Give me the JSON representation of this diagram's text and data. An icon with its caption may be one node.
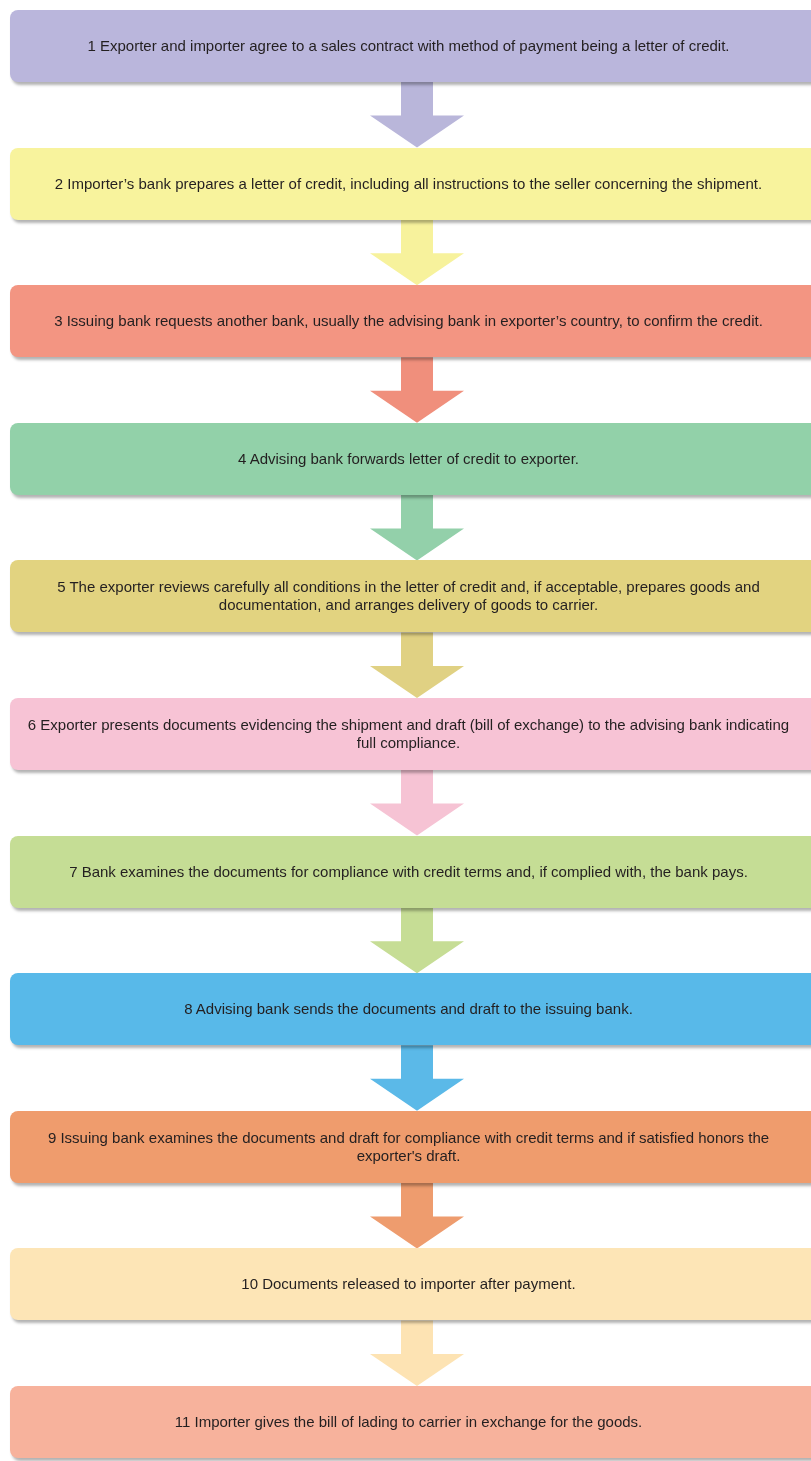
{
  "diagram": {
    "nodes": [
      {
        "text": [
          "1 Exporter and importer agree to a sales contract with method of payment being a letter of credit."
        ]
      },
      {
        "text": [
          "2 Importer’s bank prepares a letter of credit, including all instructions to the seller concerning the shipment."
        ]
      },
      {
        "text": [
          "3 Issuing bank requests another bank, usually the advising bank in exporter’s country, to confirm the credit."
        ]
      },
      {
        "text": [
          "4 Advising bank forwards letter of credit to exporter."
        ]
      },
      {
        "text": [
          "5 The exporter reviews carefully all conditions in the letter of credit and, if acceptable, prepares goods and documentation, and arranges delivery of goods to carrier."
        ]
      },
      {
        "text": [
          "6 Exporter presents documents evidencing the shipment and draft (bill of exchange) to the advising bank indicating full compliance."
        ]
      },
      {
        "text": [
          "7 Bank examines the documents for compliance with credit terms and, if complied with, the bank pays."
        ]
      },
      {
        "text": [
          "8 Advising bank sends the documents and draft to the issuing bank."
        ]
      },
      {
        "text": [
          "9 Issuing bank examines the documents and draft for compliance with credit terms and if satisfied honors the exporter's draft."
        ]
      },
      {
        "text": [
          "10 Documents released to importer after payment."
        ]
      },
      {
        "text": [
          "11 Importer gives the bill of lading to carrier in exchange for the goods."
        ]
      }
    ],
    "edges": [
      {
        "from": 0,
        "to": 1,
        "arrow": "to",
        "color": "#b9b6da"
      },
      {
        "from": 1,
        "to": 2,
        "arrow": "to",
        "color": "#f7f29c"
      },
      {
        "from": 2,
        "to": 3,
        "arrow": "to",
        "color": "#f08f7c"
      },
      {
        "from": 3,
        "to": 4,
        "arrow": "to",
        "color": "#93d0aa"
      },
      {
        "from": 4,
        "to": 5,
        "arrow": "to",
        "color": "#e0d183"
      },
      {
        "from": 5,
        "to": 6,
        "arrow": "to",
        "color": "#f6c3d4"
      },
      {
        "from": 6,
        "to": 7,
        "arrow": "to",
        "color": "#c6dd95"
      },
      {
        "from": 7,
        "to": 8,
        "arrow": "to",
        "color": "#5bb9e8"
      },
      {
        "from": 8,
        "to": 9,
        "arrow": "to",
        "color": "#ee9c6e"
      },
      {
        "from": 9,
        "to": 10,
        "arrow": "to",
        "color": "#fde3b3"
      }
    ]
  }
}
